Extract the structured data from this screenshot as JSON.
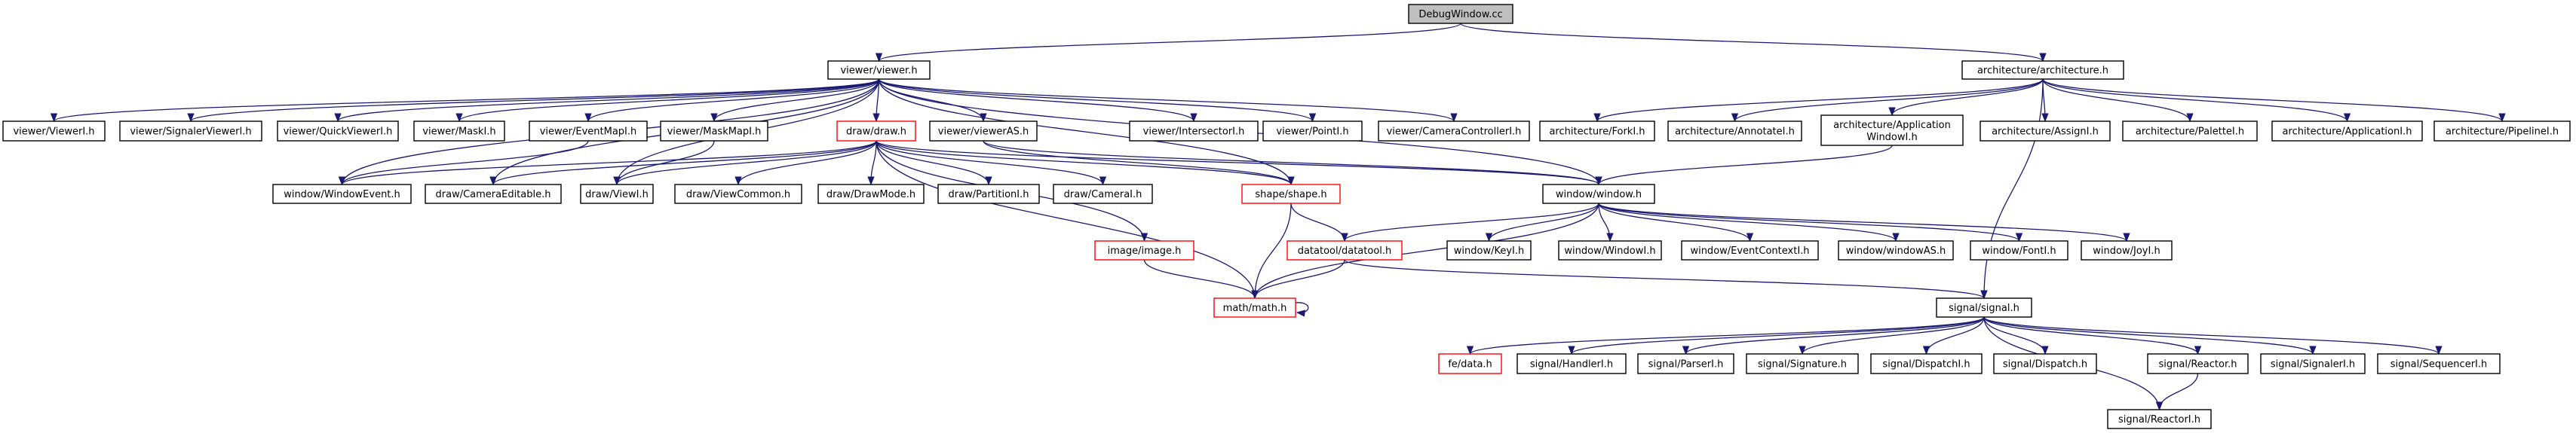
{
  "diagram": {
    "type": "include-dependency-graph",
    "colors": {
      "edge": "#191970",
      "border_normal": "#000000",
      "border_truncated": "#ff0000",
      "root_fill": "#bfbfbf",
      "node_fill": "#ffffff",
      "text": "#000000"
    },
    "nodes": [
      {
        "id": "root",
        "label": "DebugWindow.cc",
        "style": "root"
      },
      {
        "id": "viewer",
        "label": "viewer/viewer.h",
        "style": "normal"
      },
      {
        "id": "arch",
        "label": "architecture/architecture.h",
        "style": "normal"
      },
      {
        "id": "viewerI",
        "label": "viewer/ViewerI.h",
        "style": "normal"
      },
      {
        "id": "sigViewerI",
        "label": "viewer/SignalerViewerI.h",
        "style": "normal"
      },
      {
        "id": "quickViewerI",
        "label": "viewer/QuickViewerI.h",
        "style": "normal"
      },
      {
        "id": "maskI",
        "label": "viewer/MaskI.h",
        "style": "normal"
      },
      {
        "id": "eventMapI",
        "label": "viewer/EventMapI.h",
        "style": "normal"
      },
      {
        "id": "maskMapI",
        "label": "viewer/MaskMapI.h",
        "style": "normal"
      },
      {
        "id": "draw",
        "label": "draw/draw.h",
        "style": "truncated"
      },
      {
        "id": "viewerAS",
        "label": "viewer/viewerAS.h",
        "style": "normal"
      },
      {
        "id": "intersectorI",
        "label": "viewer/IntersectorI.h",
        "style": "normal"
      },
      {
        "id": "pointI",
        "label": "viewer/PointI.h",
        "style": "normal"
      },
      {
        "id": "cameraControllerI",
        "label": "viewer/CameraControllerI.h",
        "style": "normal"
      },
      {
        "id": "forkI",
        "label": "architecture/ForkI.h",
        "style": "normal"
      },
      {
        "id": "annotateI",
        "label": "architecture/AnnotateI.h",
        "style": "normal"
      },
      {
        "id": "appWindowI",
        "label": "architecture/Application\nWindowI.h",
        "style": "normal"
      },
      {
        "id": "assignI",
        "label": "architecture/AssignI.h",
        "style": "normal"
      },
      {
        "id": "paletteI",
        "label": "architecture/PaletteI.h",
        "style": "normal"
      },
      {
        "id": "applicationI",
        "label": "architecture/ApplicationI.h",
        "style": "normal"
      },
      {
        "id": "pipelineI",
        "label": "architecture/PipelineI.h",
        "style": "normal"
      },
      {
        "id": "windowEvent",
        "label": "window/WindowEvent.h",
        "style": "normal"
      },
      {
        "id": "cameraEditable",
        "label": "draw/CameraEditable.h",
        "style": "normal"
      },
      {
        "id": "viewI",
        "label": "draw/ViewI.h",
        "style": "normal"
      },
      {
        "id": "viewCommon",
        "label": "draw/ViewCommon.h",
        "style": "normal"
      },
      {
        "id": "drawMode",
        "label": "draw/DrawMode.h",
        "style": "normal"
      },
      {
        "id": "partitionI",
        "label": "draw/PartitionI.h",
        "style": "normal"
      },
      {
        "id": "cameraI",
        "label": "draw/CameraI.h",
        "style": "normal"
      },
      {
        "id": "shape",
        "label": "shape/shape.h",
        "style": "truncated"
      },
      {
        "id": "window",
        "label": "window/window.h",
        "style": "normal"
      },
      {
        "id": "image",
        "label": "image/image.h",
        "style": "truncated"
      },
      {
        "id": "datatool",
        "label": "datatool/datatool.h",
        "style": "truncated"
      },
      {
        "id": "keyI",
        "label": "window/KeyI.h",
        "style": "normal"
      },
      {
        "id": "windowI",
        "label": "window/WindowI.h",
        "style": "normal"
      },
      {
        "id": "eventContextI",
        "label": "window/EventContextI.h",
        "style": "normal"
      },
      {
        "id": "windowAS",
        "label": "window/windowAS.h",
        "style": "normal"
      },
      {
        "id": "fontI",
        "label": "window/FontI.h",
        "style": "normal"
      },
      {
        "id": "joyI",
        "label": "window/JoyI.h",
        "style": "normal"
      },
      {
        "id": "math",
        "label": "math/math.h",
        "style": "truncated"
      },
      {
        "id": "signal",
        "label": "signal/signal.h",
        "style": "normal"
      },
      {
        "id": "fedata",
        "label": "fe/data.h",
        "style": "truncated"
      },
      {
        "id": "handlerI",
        "label": "signal/HandlerI.h",
        "style": "normal"
      },
      {
        "id": "parserI",
        "label": "signal/ParserI.h",
        "style": "normal"
      },
      {
        "id": "signature",
        "label": "signal/Signature.h",
        "style": "normal"
      },
      {
        "id": "dispatchI",
        "label": "signal/DispatchI.h",
        "style": "normal"
      },
      {
        "id": "dispatch",
        "label": "signal/Dispatch.h",
        "style": "normal"
      },
      {
        "id": "reactor",
        "label": "signal/Reactor.h",
        "style": "normal"
      },
      {
        "id": "signalerI",
        "label": "signal/SignalerI.h",
        "style": "normal"
      },
      {
        "id": "sequencerI",
        "label": "signal/SequencerI.h",
        "style": "normal"
      },
      {
        "id": "reactorI",
        "label": "signal/ReactorI.h",
        "style": "normal"
      }
    ],
    "edges": [
      [
        "root",
        "viewer"
      ],
      [
        "root",
        "arch"
      ],
      [
        "viewer",
        "viewerI"
      ],
      [
        "viewer",
        "sigViewerI"
      ],
      [
        "viewer",
        "quickViewerI"
      ],
      [
        "viewer",
        "maskI"
      ],
      [
        "viewer",
        "eventMapI"
      ],
      [
        "viewer",
        "maskMapI"
      ],
      [
        "viewer",
        "draw"
      ],
      [
        "viewer",
        "viewerAS"
      ],
      [
        "viewer",
        "intersectorI"
      ],
      [
        "viewer",
        "pointI"
      ],
      [
        "viewer",
        "cameraControllerI"
      ],
      [
        "viewer",
        "windowEvent"
      ],
      [
        "viewer",
        "cameraEditable"
      ],
      [
        "viewer",
        "viewI"
      ],
      [
        "viewer",
        "shape"
      ],
      [
        "viewer",
        "window"
      ],
      [
        "arch",
        "forkI"
      ],
      [
        "arch",
        "annotateI"
      ],
      [
        "arch",
        "appWindowI"
      ],
      [
        "arch",
        "assignI"
      ],
      [
        "arch",
        "paletteI"
      ],
      [
        "arch",
        "applicationI"
      ],
      [
        "arch",
        "pipelineI"
      ],
      [
        "arch",
        "signal"
      ],
      [
        "eventMapI",
        "windowEvent"
      ],
      [
        "maskMapI",
        "viewI"
      ],
      [
        "draw",
        "cameraEditable"
      ],
      [
        "draw",
        "viewI"
      ],
      [
        "draw",
        "viewCommon"
      ],
      [
        "draw",
        "drawMode"
      ],
      [
        "draw",
        "partitionI"
      ],
      [
        "draw",
        "cameraI"
      ],
      [
        "draw",
        "shape"
      ],
      [
        "draw",
        "window"
      ],
      [
        "draw",
        "image"
      ],
      [
        "draw",
        "math"
      ],
      [
        "draw",
        "windowEvent"
      ],
      [
        "viewerAS",
        "shape"
      ],
      [
        "viewerAS",
        "window"
      ],
      [
        "appWindowI",
        "window"
      ],
      [
        "shape",
        "datatool"
      ],
      [
        "shape",
        "math"
      ],
      [
        "window",
        "datatool"
      ],
      [
        "window",
        "keyI"
      ],
      [
        "window",
        "windowI"
      ],
      [
        "window",
        "eventContextI"
      ],
      [
        "window",
        "windowAS"
      ],
      [
        "window",
        "fontI"
      ],
      [
        "window",
        "joyI"
      ],
      [
        "window",
        "math"
      ],
      [
        "image",
        "math"
      ],
      [
        "datatool",
        "math"
      ],
      [
        "datatool",
        "signal"
      ],
      [
        "math",
        "math"
      ],
      [
        "signal",
        "fedata"
      ],
      [
        "signal",
        "handlerI"
      ],
      [
        "signal",
        "parserI"
      ],
      [
        "signal",
        "signature"
      ],
      [
        "signal",
        "dispatchI"
      ],
      [
        "signal",
        "dispatch"
      ],
      [
        "signal",
        "reactor"
      ],
      [
        "signal",
        "signalerI"
      ],
      [
        "signal",
        "sequencerI"
      ],
      [
        "signal",
        "reactorI"
      ],
      [
        "reactor",
        "reactorI"
      ]
    ]
  }
}
